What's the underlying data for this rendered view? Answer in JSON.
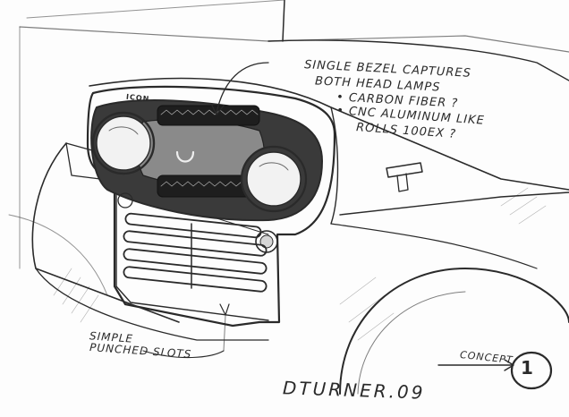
{
  "annotations": {
    "bezel_line1": "SINGLE BEZEL CAPTURES",
    "bezel_line2": "BOTH HEAD LAMPS",
    "carbon": "• CARBON FIBER ?",
    "cnc_line1": "• CNC ALUMINUM LIKE",
    "cnc_line2": "ROLLS 100EX ?",
    "slots_line1": "SIMPLE",
    "slots_line2": "PUNCHED SLOTS",
    "concept_label": "CONCEPT",
    "concept_number": "1",
    "signature": "DTURNER.09",
    "badge": "ICON"
  },
  "colors": {
    "ink": "#2a2a2a",
    "paper": "#fdfdfd",
    "dark_fill": "#3a3a3a"
  }
}
